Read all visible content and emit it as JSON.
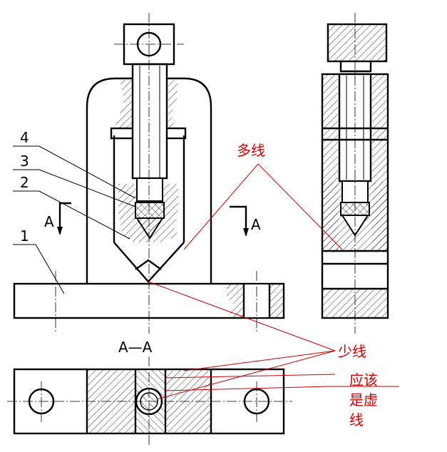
{
  "labels": {
    "part4": "4",
    "part3": "3",
    "part2": "2",
    "part1": "1",
    "section_left": "A",
    "section_right": "A",
    "section_title": "A—A"
  },
  "annotations": {
    "extra_lines": "多线",
    "missing_lines": "少线",
    "should_be_dashed_line1": "应该",
    "should_be_dashed_line2": "是虚",
    "should_be_dashed_line3": "线"
  },
  "colors": {
    "annotation": "#cc0000",
    "linework": "#000000"
  }
}
